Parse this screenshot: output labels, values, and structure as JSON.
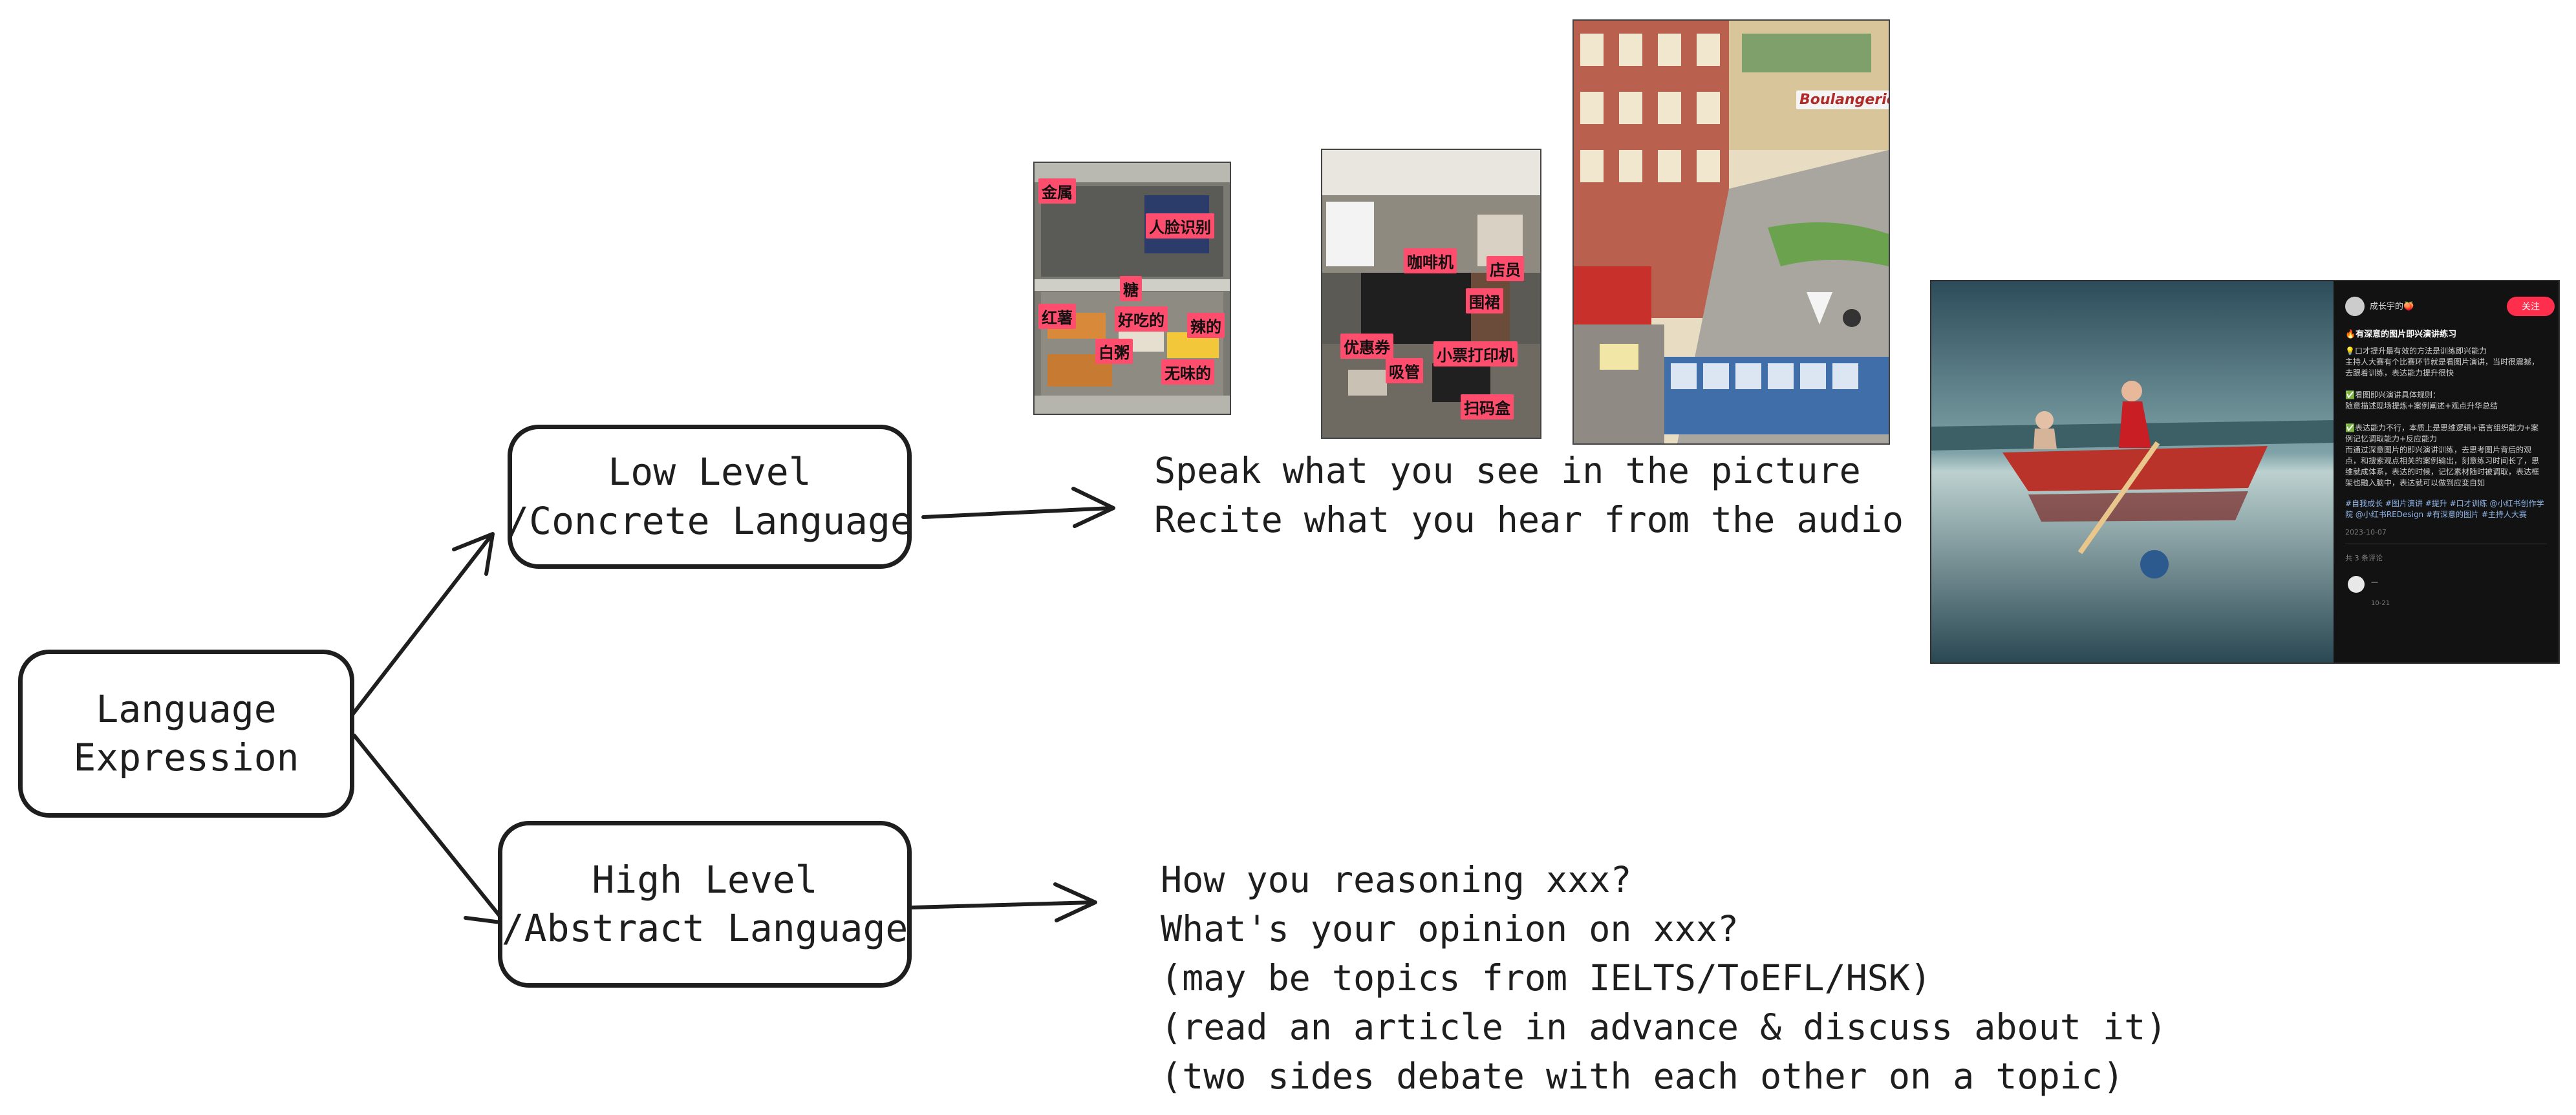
{
  "nodes": {
    "root": {
      "line1": "Language",
      "line2": "Expression"
    },
    "low": {
      "line1": "Low Level",
      "line2": "/Concrete Language"
    },
    "high": {
      "line1": "High Level",
      "line2": "/Abstract Language"
    }
  },
  "low_caption": {
    "lines": [
      "Speak what you see in the picture",
      "Recite what you hear from the audio"
    ]
  },
  "high_caption": {
    "lines": [
      "How you reasoning xxx?",
      "What's your opinion on xxx?",
      "(may be topics from IELTS/ToEFL/HSK)",
      "(read an article in advance & discuss about it)",
      "(two sides debate with each other on a topic)"
    ]
  },
  "photo1_labels": [
    "金属",
    "人脸识别",
    "糖",
    "红薯",
    "好吃的",
    "辣的",
    "白粥",
    "无味的"
  ],
  "photo2_labels": [
    "咖啡机",
    "店员",
    "围裙",
    "优惠券",
    "吸管",
    "小票打印机",
    "扫码盒"
  ],
  "photo3_labels": [
    "Boulangerie"
  ],
  "post": {
    "author": "成长宇的🍑",
    "follow": "关注",
    "title": "🔥有深意的图片即兴演讲练习",
    "body": [
      "💡口才提升最有效的方法是训练即兴能力",
      "主持人大赛有个比赛环节就是看图片演讲，当时很震撼，",
      "去跟着训练，表达能力提升很快",
      "",
      "✅看图即兴演讲具体规则：",
      "随意描述现场提炼+案例阐述+观点升华总结",
      "",
      "✅表达能力不行，本质上是思维逻辑+语言组织能力+案",
      "例记忆调取能力+反应能力",
      "而通过深意图片的即兴演讲训练，去思考图片背后的观",
      "点，和搜索观点相关的案例输出，刻意练习时间长了，思",
      "维就成体系，表达的时候，记忆素材随时被调取，表达框",
      "架也融入脑中，表达就可以做到应变自如"
    ],
    "tags": [
      "#自我成长 #图片演讲 #提升 #口才训练 @小红书创作学",
      "院 @小红书REDesign #有深意的图片 #主持人大赛"
    ],
    "date": "2023-10-07",
    "comments_count": "共 3 条评论",
    "commenter": "一",
    "commenter_date": "10-21"
  },
  "colors": {
    "ink": "#1e1e1e",
    "label_bg": "#ff4d6d",
    "follow_bg": "#ff2e4d",
    "panel_bg": "#121212"
  }
}
